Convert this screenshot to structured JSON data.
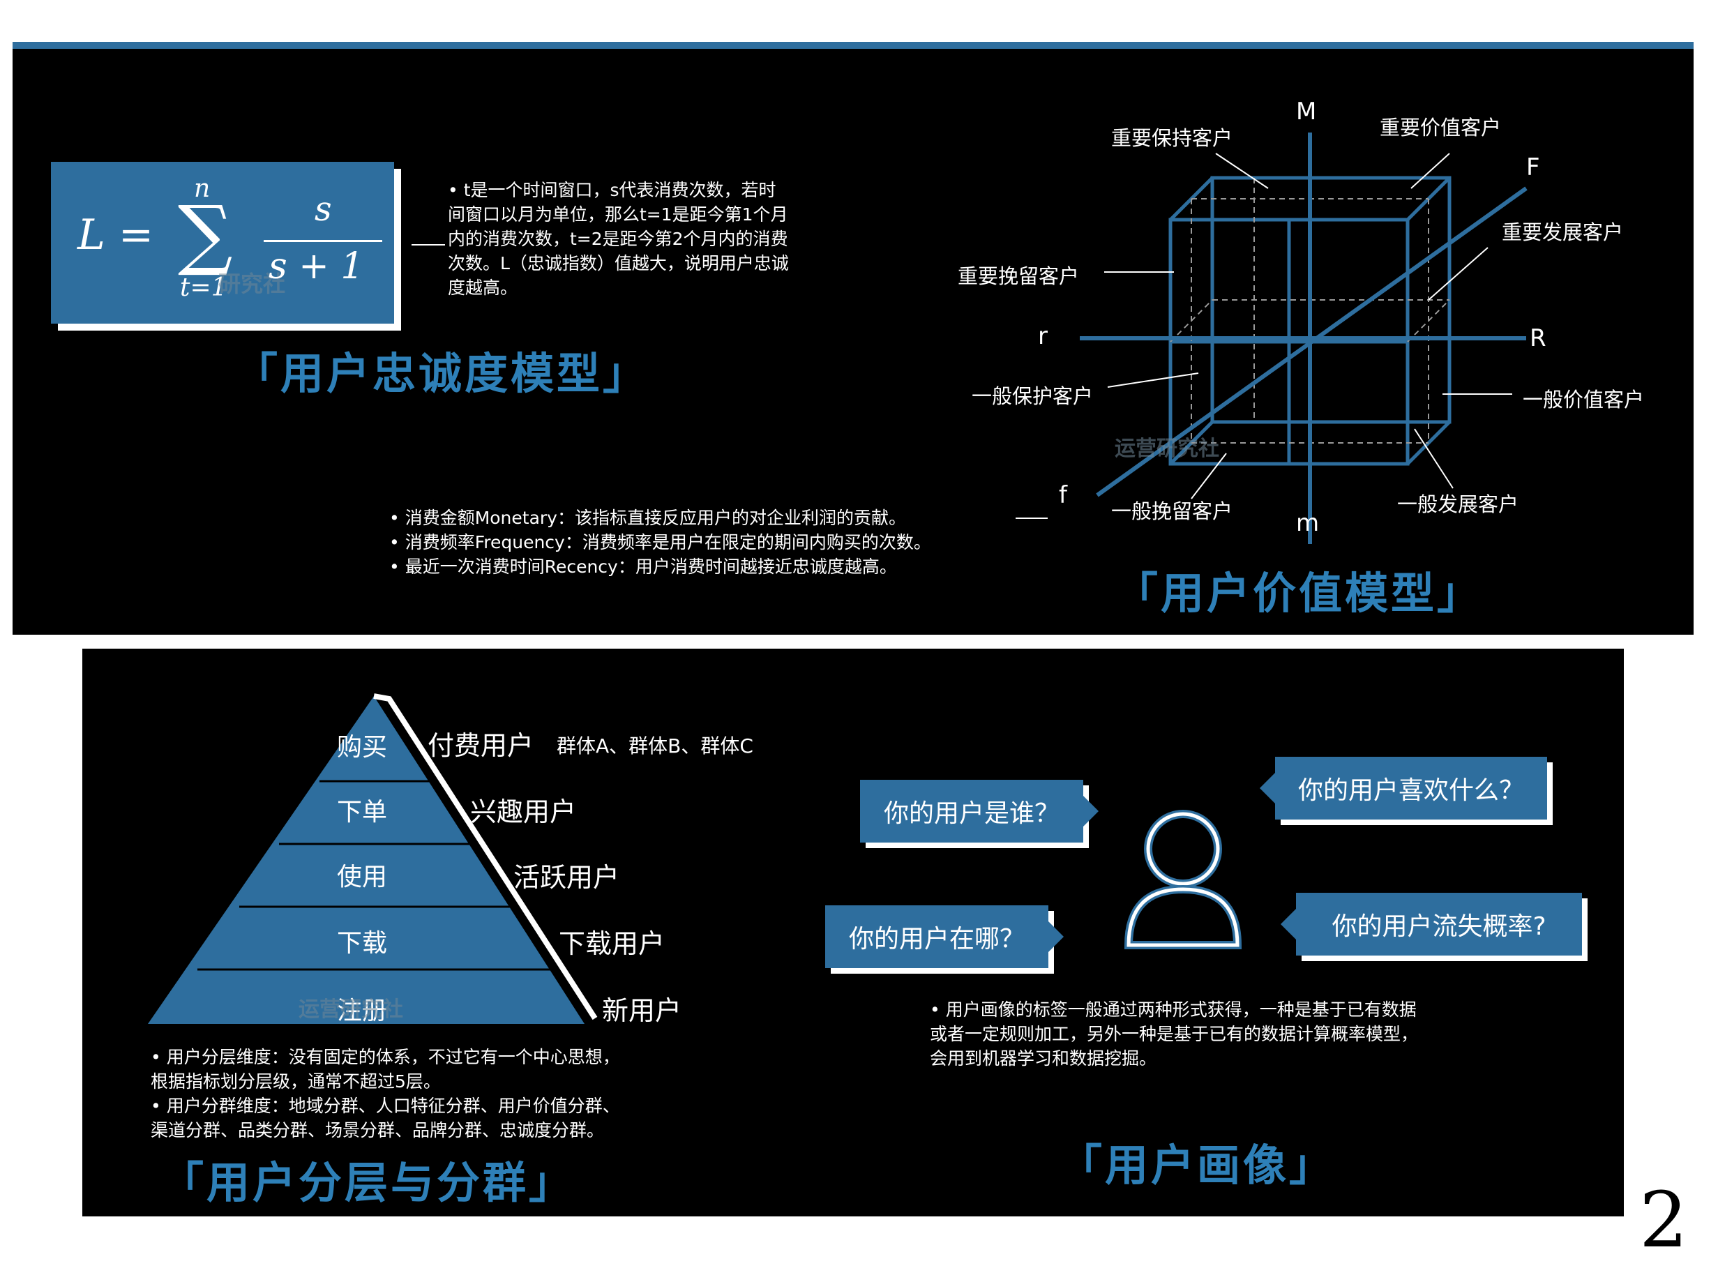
{
  "loyalty": {
    "title": "「用户忠诚度模型」",
    "formula": {
      "lhs": "L =",
      "sum_top": "n",
      "sum_bottom": "t=1",
      "numerator": "s",
      "denominator": "s + 1",
      "watermark": "研究社"
    },
    "desc_lines": [
      "• t是一个时间窗口，s代表消费次数，若时",
      "间窗口以月为单位，那么t=1是距今第1个月",
      "内的消费次数，t=2是距今第2个月内的消费",
      "次数。L（忠诚指数）值越大，说明用户忠诚",
      "度越高。"
    ],
    "rfm_lines": [
      "• 消费金额Monetary：该指标直接反应用户的对企业利润的贡献。",
      "• 消费频率Frequency：消费频率是用户在限定的期间内购买的次数。",
      "• 最近一次消费时间Recency：用户消费时间越接近忠诚度越高。"
    ]
  },
  "value": {
    "title": "「用户价值模型」",
    "axes": {
      "M": "M",
      "m": "m",
      "F": "F",
      "f": "f",
      "R": "R",
      "r": "r"
    },
    "labels": {
      "keep": "重要保持客户",
      "value": "重要价值客户",
      "develop": "重要发展客户",
      "retain": "重要挽留客户",
      "g_protect": "一般保护客户",
      "g_value": "一般价值客户",
      "g_retain": "一般挽留客户",
      "g_develop": "一般发展客户"
    },
    "watermark": "运营研究社"
  },
  "layers": {
    "title": "「用户分层与分群」",
    "levels": [
      {
        "stage": "购买",
        "user": "付费用户",
        "extra": "群体A、群体B、群体C"
      },
      {
        "stage": "下单",
        "user": "兴趣用户",
        "extra": ""
      },
      {
        "stage": "使用",
        "user": "活跃用户",
        "extra": ""
      },
      {
        "stage": "下载",
        "user": "下载用户",
        "extra": ""
      },
      {
        "stage": "注册",
        "user": "新用户",
        "extra": ""
      }
    ],
    "watermark": "运营研究社",
    "desc_lines": [
      "• 用户分层维度：没有固定的体系，不过它有一个中心思想，",
      "根据指标划分层级，通常不超过5层。",
      "• 用户分群维度：地域分群、人口特征分群、用户价值分群、",
      "渠道分群、品类分群、场景分群、品牌分群、忠诚度分群。"
    ]
  },
  "portrait": {
    "title": "「用户画像」",
    "q_who": "你的用户是谁？",
    "q_like": "你的用户喜欢什么？",
    "q_where": "你的用户在哪？",
    "q_churn": "你的用户流失概率?",
    "icon": "user-icon",
    "desc_lines": [
      "• 用户画像的标签一般通过两种形式获得，一种是基于已有数据",
      "或者一定规则加工，另外一种是基于已有的数据计算概率模型，",
      "会用到机器学习和数据挖掘。"
    ]
  },
  "page_number": "2",
  "colors": {
    "accent": "#2e6e9e",
    "title_blue": "#2e80b8",
    "background": "#000000"
  }
}
